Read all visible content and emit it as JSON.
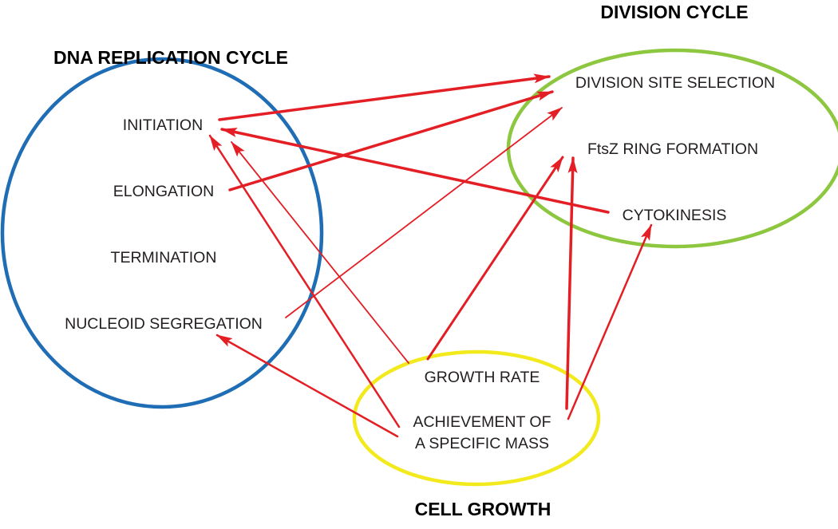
{
  "cycles": {
    "dna_replication": {
      "title": "DNA REPLICATION CYCLE",
      "color": "#1f6db5",
      "steps": {
        "initiation": "INITIATION",
        "elongation": "ELONGATION",
        "termination": "TERMINATION",
        "nucleoid_segregation": "NUCLEOID SEGREGATION"
      }
    },
    "division": {
      "title": "DIVISION CYCLE",
      "color": "#8dc63f",
      "steps": {
        "division_site_selection": "DIVISION SITE SELECTION",
        "ftsz_ring_formation": "FtsZ RING FORMATION",
        "cytokinesis": "CYTOKINESIS"
      }
    },
    "cell_growth": {
      "title": "CELL GROWTH",
      "color": "#f2ea1d",
      "steps": {
        "growth_rate": "GROWTH RATE",
        "specific_mass_line1": "ACHIEVEMENT OF",
        "specific_mass_line2": "A SPECIFIC MASS"
      }
    }
  },
  "arrow_color": "#e31e24",
  "connections": [
    {
      "from": "INITIATION",
      "to": "DIVISION SITE SELECTION"
    },
    {
      "from": "ELONGATION",
      "to": "DIVISION SITE SELECTION"
    },
    {
      "from": "NUCLEOID SEGREGATION",
      "to": "DIVISION SITE SELECTION"
    },
    {
      "from": "CYTOKINESIS",
      "to": "INITIATION"
    },
    {
      "from": "GROWTH RATE",
      "to": "INITIATION"
    },
    {
      "from": "GROWTH RATE",
      "to": "FtsZ RING FORMATION"
    },
    {
      "from": "A SPECIFIC MASS",
      "to": "INITIATION"
    },
    {
      "from": "A SPECIFIC MASS",
      "to": "NUCLEOID SEGREGATION"
    },
    {
      "from": "A SPECIFIC MASS",
      "to": "FtsZ RING FORMATION"
    },
    {
      "from": "A SPECIFIC MASS",
      "to": "CYTOKINESIS"
    }
  ]
}
